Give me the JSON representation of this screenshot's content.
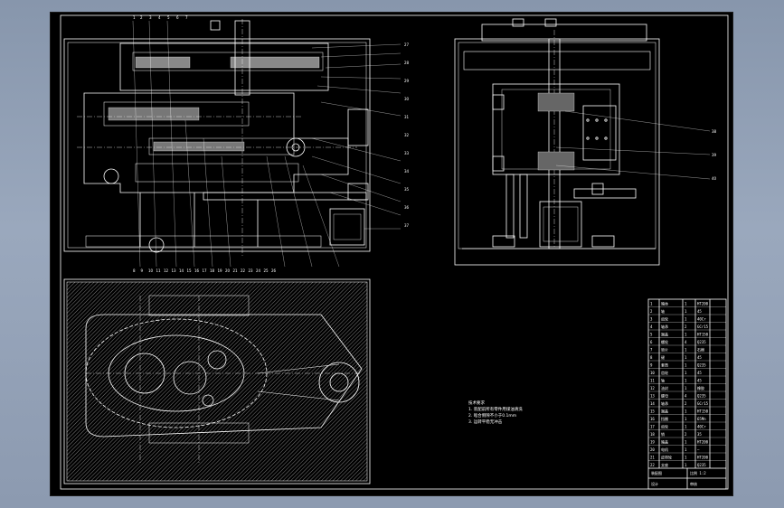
{
  "colors": {
    "background": "#8b99af",
    "canvas": "#000000",
    "line": "#ffffff",
    "hatch": "#b8b8b8"
  },
  "front_view": {
    "part_numbers": [
      "1",
      "2",
      "3",
      "4",
      "5",
      "6",
      "7",
      "8",
      "9",
      "10",
      "11",
      "12",
      "13",
      "14",
      "15",
      "16",
      "17",
      "18",
      "19",
      "20",
      "21",
      "22",
      "23",
      "24",
      "25",
      "26",
      "27",
      "28",
      "29",
      "30",
      "31",
      "32",
      "33",
      "34",
      "35",
      "36",
      "37"
    ]
  },
  "side_view": {
    "part_numbers": [
      "38",
      "39",
      "40"
    ]
  },
  "notes": {
    "lines": [
      "技术要求",
      "1. 装配前所有零件用煤油清洗",
      "2. 啮合侧隙不小于0.1mm",
      "3. 运转平稳无冲击"
    ]
  },
  "parts_table": {
    "rows": [
      [
        "1",
        "箱体",
        "1",
        "HT200"
      ],
      [
        "2",
        "轴",
        "1",
        "45"
      ],
      [
        "3",
        "齿轮",
        "1",
        "40Cr"
      ],
      [
        "4",
        "轴承",
        "2",
        "GCr15"
      ],
      [
        "5",
        "端盖",
        "1",
        "HT150"
      ],
      [
        "6",
        "螺栓",
        "4",
        "Q235"
      ],
      [
        "7",
        "垫片",
        "1",
        "石棉"
      ],
      [
        "8",
        "键",
        "1",
        "45"
      ],
      [
        "9",
        "套筒",
        "1",
        "Q235"
      ],
      [
        "10",
        "齿轮",
        "1",
        "45"
      ],
      [
        "11",
        "轴",
        "1",
        "45"
      ],
      [
        "12",
        "油封",
        "1",
        "橡胶"
      ],
      [
        "13",
        "螺母",
        "4",
        "Q235"
      ],
      [
        "14",
        "轴承",
        "2",
        "GCr15"
      ],
      [
        "15",
        "端盖",
        "1",
        "HT150"
      ],
      [
        "16",
        "挡圈",
        "1",
        "65Mn"
      ],
      [
        "17",
        "齿轮",
        "1",
        "40Cr"
      ],
      [
        "18",
        "销",
        "2",
        "35"
      ],
      [
        "19",
        "箱盖",
        "1",
        "HT200"
      ],
      [
        "20",
        "电机",
        "1",
        "—"
      ],
      [
        "21",
        "皮带轮",
        "1",
        "HT200"
      ],
      [
        "22",
        "支座",
        "1",
        "Q235"
      ]
    ],
    "footer": [
      "装配图",
      "比例 1:2",
      "设计",
      "审核"
    ]
  }
}
